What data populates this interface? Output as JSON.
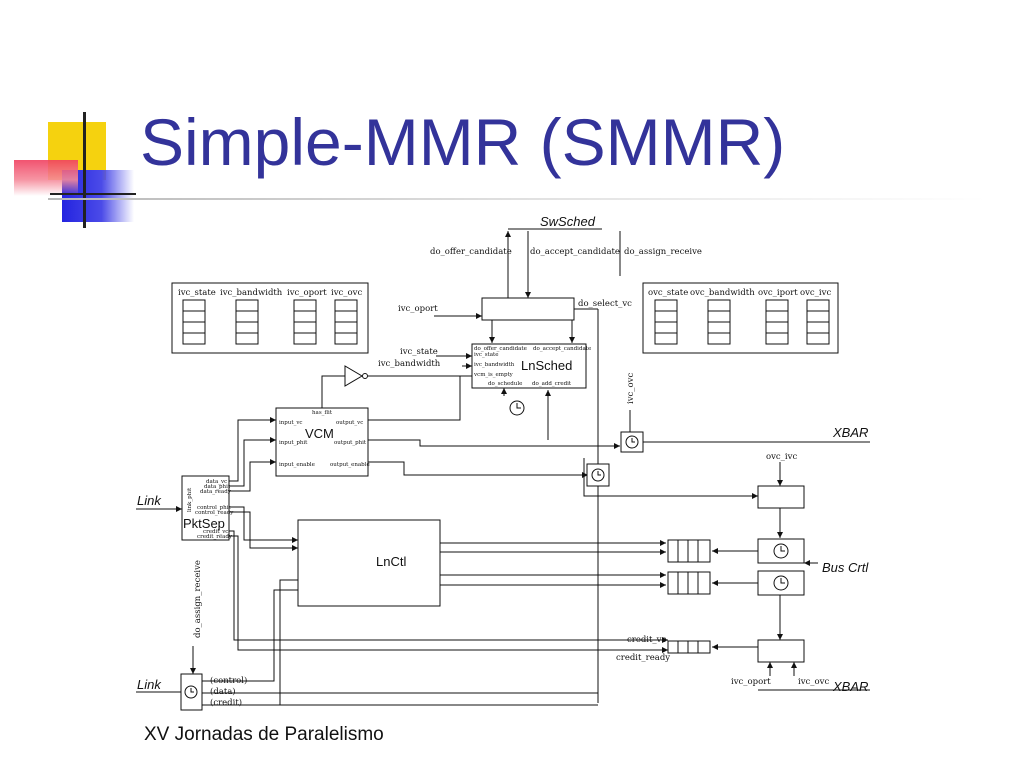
{
  "slide": {
    "title": "Simple-MMR (SMMR)",
    "footer": "XV Jornadas de Paralelismo"
  },
  "colors": {
    "title": "#33339a",
    "deco_yellow": "#f5d20f",
    "deco_blue": "#2424e0",
    "deco_red": "#f04060"
  },
  "diagram": {
    "swsched": "SwSched",
    "do_offer_candidate": "do_offer_candidate",
    "do_accept_candidate": "do_accept_candidate",
    "do_assign_receive_top": "do_assign_receive",
    "do_select_vc": "do_select_vc",
    "ivc_oport_top": "ivc_oport",
    "ivc_table": {
      "cols": [
        "ivc_state",
        "ivc_bandwidth",
        "ivc_oport",
        "ivc_ovc"
      ]
    },
    "ovc_table": {
      "cols": [
        "ovc_state",
        "ovc_bandwidth",
        "ovc_iport",
        "ovc_ivc"
      ]
    },
    "lnsched": {
      "name": "LnSched",
      "ports": [
        "do_offer_candidate",
        "do_accept_candidate",
        "ivc_state",
        "ivc_bandwidth",
        "vcm_is_empty",
        "do_schedule",
        "do_add_credit"
      ]
    },
    "lnsched_in_state": "ivc_state",
    "lnsched_in_bw": "ivc_bandwidth",
    "ivc_ovc_vertical": "ivc_ovc",
    "vcm": {
      "name": "VCM",
      "ports": [
        "has_flit",
        "input_vc",
        "output_vc",
        "input_phit",
        "output_phit",
        "input_enable",
        "output_enable"
      ]
    },
    "pktsep": {
      "name": "PktSep",
      "ports": [
        "link_phit",
        "data_vc",
        "data_phit",
        "data_ready",
        "control_phit",
        "control_ready",
        "credit_vc",
        "credit_ready"
      ]
    },
    "lnctl": "LnCtl",
    "link_top": "Link",
    "link_bottom": "Link",
    "xbar_top": "XBAR",
    "xbar_bottom": "XBAR",
    "bus_crtl": "Bus Crtl",
    "ovc_ivc": "ovc_ivc",
    "credit_vc": "credit_vc",
    "credit_ready": "credit_ready",
    "ivc_oport_bottom": "ivc_oport",
    "ivc_ovc_bottom": "ivc_ovc",
    "do_assign_receive_vertical": "do_assign_receive",
    "control": "(control)",
    "data": "(data)",
    "credit": "(credit)"
  }
}
